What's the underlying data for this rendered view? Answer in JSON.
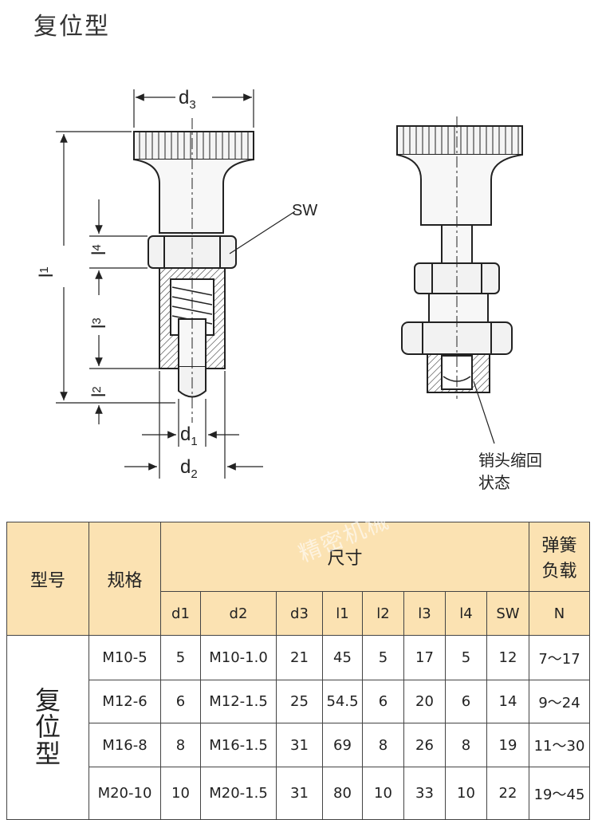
{
  "title": "复位型",
  "drawing": {
    "labels": {
      "d3": "d",
      "d3_sub": "3",
      "l1": "l",
      "l1_sub": "1",
      "l2": "l",
      "l2_sub": "2",
      "l3": "l",
      "l3_sub": "3",
      "l4": "l",
      "l4_sub": "4",
      "d1": "d",
      "d1_sub": "1",
      "d2": "d",
      "d2_sub": "2",
      "sw": "SW",
      "retracted_line1": "销头缩回",
      "retracted_line2": "状态"
    }
  },
  "table": {
    "header": {
      "model": "型号",
      "spec": "规格",
      "size": "尺寸",
      "spring_line1": "弹簧",
      "spring_line2": "负载",
      "cols": [
        "d1",
        "d2",
        "d3",
        "l1",
        "l2",
        "l3",
        "l4",
        "SW",
        "N"
      ]
    },
    "group": "复位型",
    "rows": [
      {
        "spec": "M10-5",
        "d1": "5",
        "d2": "M10-1.0",
        "d3": "21",
        "l1": "45",
        "l2": "5",
        "l3": "17",
        "l4": "5",
        "sw": "12",
        "n": "7～17"
      },
      {
        "spec": "M12-6",
        "d1": "6",
        "d2": "M12-1.5",
        "d3": "25",
        "l1": "54.5",
        "l2": "6",
        "l3": "20",
        "l4": "6",
        "sw": "14",
        "n": "9～24"
      },
      {
        "spec": "M16-8",
        "d1": "8",
        "d2": "M16-1.5",
        "d3": "31",
        "l1": "69",
        "l2": "8",
        "l3": "26",
        "l4": "8",
        "sw": "19",
        "n": "11～30"
      },
      {
        "spec": "M20-10",
        "d1": "10",
        "d2": "M20-1.5",
        "d3": "31",
        "l1": "80",
        "l2": "10",
        "l3": "33",
        "l4": "10",
        "sw": "22",
        "n": "19～45"
      }
    ]
  },
  "watermark": "精密机械"
}
